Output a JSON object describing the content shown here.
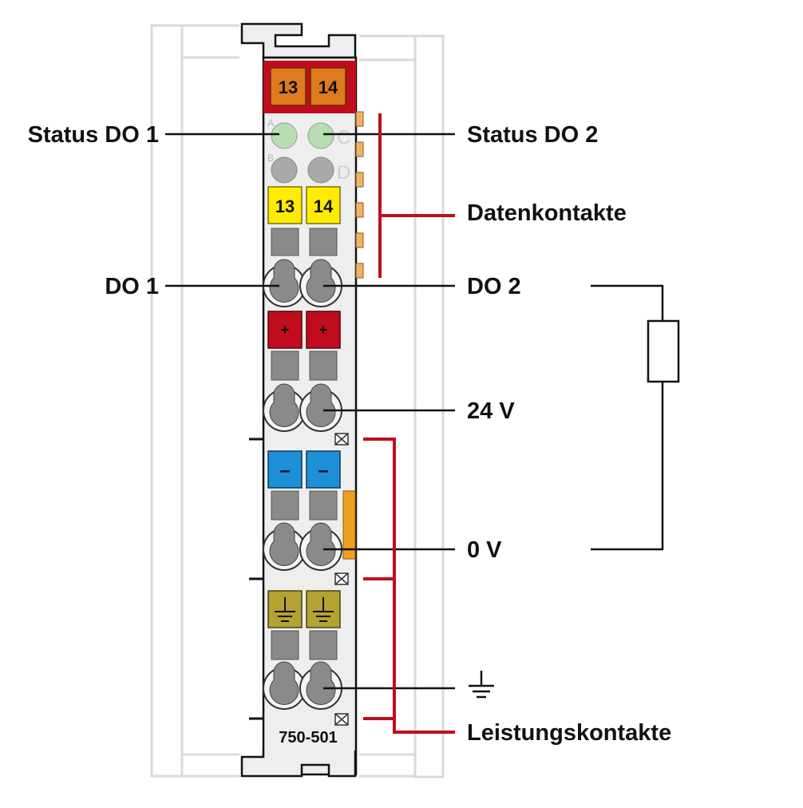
{
  "labels": {
    "status_do1": "Status DO 1",
    "status_do2": "Status DO 2",
    "datenkontakte": "Datenkontakte",
    "do1": "DO 1",
    "do2": "DO 2",
    "v24": "24 V",
    "v0": "0 V",
    "leistungskontakte": "Leistungskontakte"
  },
  "module": {
    "model": "750-501",
    "top_tab_left": "13",
    "top_tab_right": "14",
    "yellow_left": "13",
    "yellow_right": "14",
    "plus_left": "+",
    "plus_right": "+",
    "minus_left": "–",
    "minus_right": "–",
    "led_letter_a": "A",
    "led_letter_b": "B",
    "led_letter_c": "C",
    "led_letter_d": "D"
  },
  "colors": {
    "red": "#c00d1e",
    "orange": "#e07a1f",
    "yellow": "#ffec00",
    "blue": "#1d8fd6",
    "olive": "#b5a232",
    "housing": "#eeeeee",
    "led_green": "#b9ddb2",
    "led_grey": "#a9a9a9",
    "contact_orange": "#f0b266"
  },
  "icons": [
    "ground-symbol-icon",
    "resistor-icon"
  ]
}
